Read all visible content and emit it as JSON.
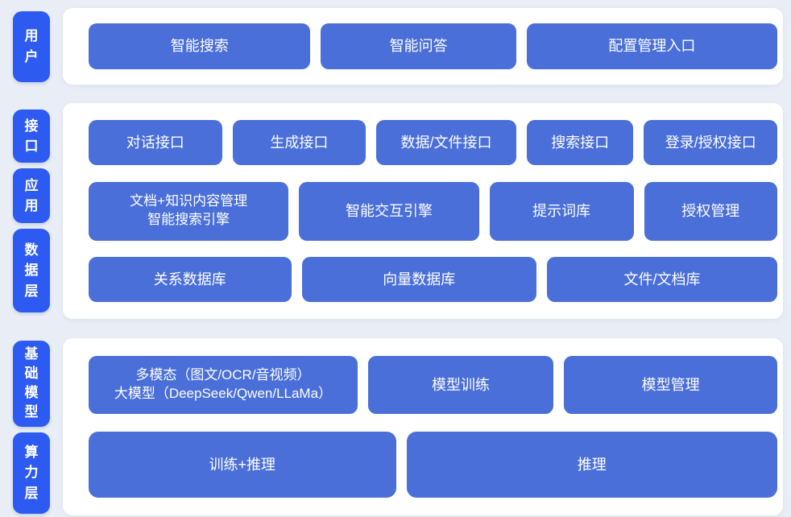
{
  "colors": {
    "background": "#e9eef6",
    "card": "#ffffff",
    "layer_pill_blue": "#2d5af0",
    "block_blue": "#4a6fd8",
    "text_white": "#ffffff"
  },
  "diagram": {
    "bands": [
      {
        "name": "user-band",
        "labels": [
          {
            "id": "user",
            "text": "用\n户"
          }
        ],
        "rows": [
          {
            "buttons": [
              {
                "label": "智能搜索"
              },
              {
                "label": "智能问答"
              },
              {
                "label": "配置管理入口"
              }
            ]
          }
        ]
      },
      {
        "name": "interface-application-data-band",
        "labels": [
          {
            "id": "interface",
            "text": "接\n口"
          },
          {
            "id": "application",
            "text": "应\n用"
          },
          {
            "id": "data-layer",
            "text": "数\n据\n层"
          }
        ],
        "rows": [
          {
            "buttons": [
              {
                "label": "对话接口"
              },
              {
                "label": "生成接口"
              },
              {
                "label": "数据/文件接口"
              },
              {
                "label": "搜索接口"
              },
              {
                "label": "登录/授权接口"
              }
            ]
          },
          {
            "buttons": [
              {
                "label": "文档+知识内容管理\n智能搜索引擎"
              },
              {
                "label": "智能交互引擎"
              },
              {
                "label": "提示词库"
              },
              {
                "label": "授权管理"
              }
            ]
          },
          {
            "buttons": [
              {
                "label": "关系数据库"
              },
              {
                "label": "向量数据库"
              },
              {
                "label": "文件/文档库"
              }
            ]
          }
        ]
      },
      {
        "name": "foundation-compute-band",
        "labels": [
          {
            "id": "foundation-model",
            "text": "基\n础\n模\n型"
          },
          {
            "id": "compute-layer",
            "text": "算\n力\n层"
          }
        ],
        "rows": [
          {
            "buttons": [
              {
                "label": "多模态（图文/OCR/音视频）\n大模型（DeepSeek/Qwen/LLaMa）"
              },
              {
                "label": "模型训练"
              },
              {
                "label": "模型管理"
              }
            ]
          },
          {
            "buttons": [
              {
                "label": "训练+推理"
              },
              {
                "label": "推理"
              }
            ]
          }
        ]
      }
    ]
  }
}
